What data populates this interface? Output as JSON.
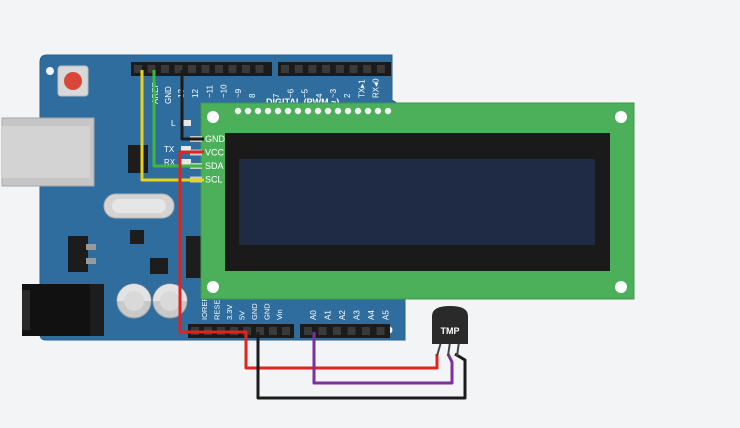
{
  "arduino": {
    "aref": "AREF",
    "gnd_top": "GND",
    "digital_pins": [
      "13",
      "12",
      "~11",
      "~10",
      "~9",
      "8",
      "7",
      "~6",
      "~5",
      "4",
      "~3",
      "2",
      "TX▸1",
      "RX◂0"
    ],
    "digital_label": "DIGITAL (PWM ~)",
    "led_l": "L",
    "led_tx": "TX",
    "led_rx": "RX",
    "power_pins": [
      "IOREF",
      "RESET",
      "3.3V",
      "5V",
      "GND",
      "GND",
      "Vin"
    ],
    "analog_pins": [
      "A0",
      "A1",
      "A2",
      "A3",
      "A4",
      "A5"
    ]
  },
  "lcd": {
    "pins": [
      "GND",
      "VCC",
      "SDA",
      "SCL"
    ]
  },
  "sensor": {
    "label": "TMP"
  },
  "colors": {
    "board": "#2f6d9e",
    "lcd_pcb": "#4caf5a",
    "lcd_screen": "#1f2a44",
    "wire_red": "#e0231f",
    "wire_black": "#1b1b1b",
    "wire_yellow": "#e6d41a",
    "wire_green": "#3cb83a",
    "wire_purple": "#7e2fa0"
  },
  "icons": {
    "reset_button": "reset-button-icon",
    "usb": "usb-port-icon",
    "power_jack": "dc-jack-icon"
  }
}
